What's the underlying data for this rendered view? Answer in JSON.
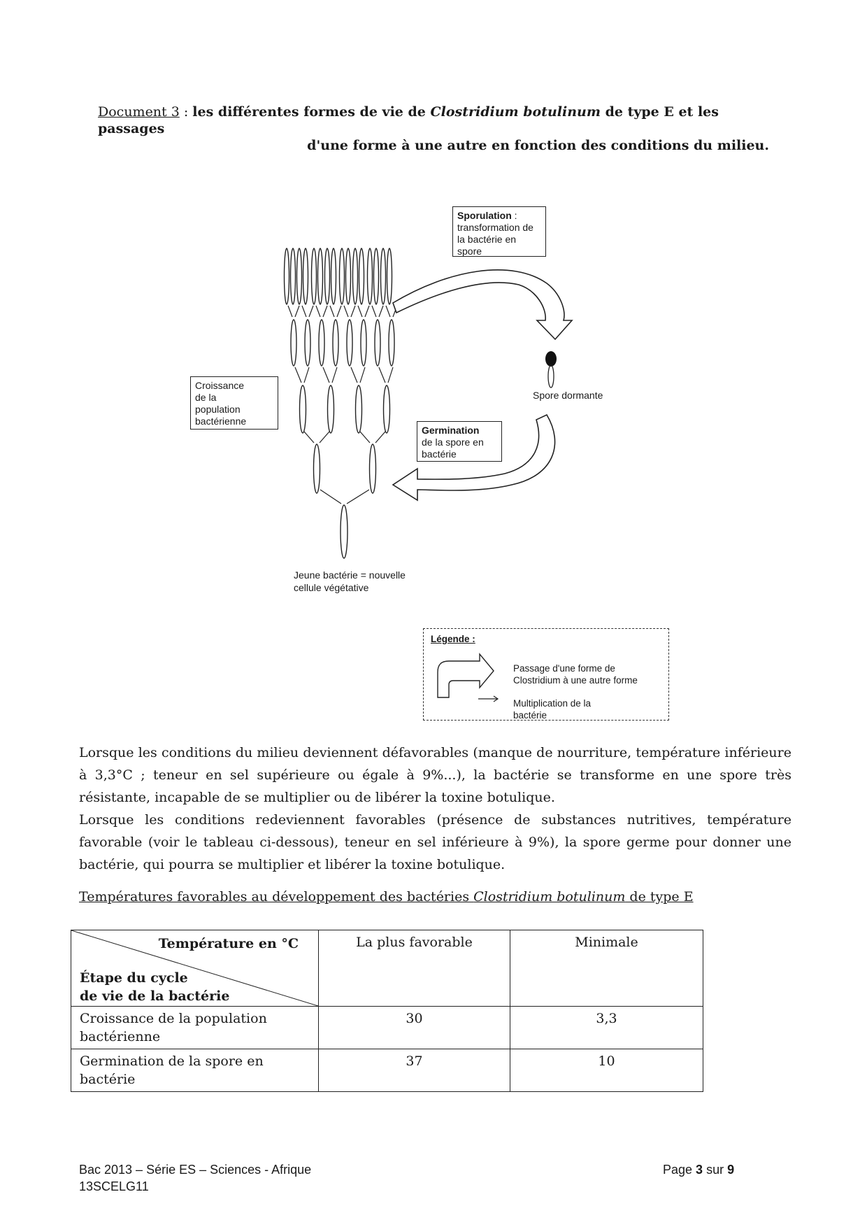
{
  "document_title": {
    "label": "Document 3",
    "separator": " : ",
    "text_part1": "les différentes formes de vie de ",
    "species": "Clostridium botulinum",
    "text_part2": " de type E et les passages",
    "line2": "d'une forme à une autre en fonction des conditions du milieu."
  },
  "figure": {
    "sporulation_title": "Sporulation",
    "sporulation_sep": " :",
    "sporulation_text": [
      "transformation de",
      "la bactérie en",
      "spore"
    ],
    "croissance_text": [
      "Croissance",
      "de la",
      "population",
      "bactérienne"
    ],
    "germination_title": "Germination",
    "germination_text": [
      "de la spore en",
      "bactérie"
    ],
    "spore_dormante": "Spore dormante",
    "jeune_bacterie": [
      "Jeune bactérie = nouvelle",
      "cellule végétative"
    ],
    "legend": {
      "title": "Légende :",
      "passage": [
        "Passage d'une forme de",
        "Clostridium à une autre forme"
      ],
      "multiplication": [
        "Multiplication de la",
        "bactérie"
      ]
    }
  },
  "paragraphs": [
    "Lorsque les conditions du milieu deviennent défavorables (manque de nourriture, température inférieure à 3,3°C ; teneur en sel supérieure ou égale à 9%...), la bactérie se transforme en une spore très résistante, incapable de se multiplier ou de libérer la toxine botulique.",
    "Lorsque les conditions redeviennent favorables (présence de substances nutritives, température favorable (voir le tableau ci-dessous), teneur en sel inférieure à 9%), la spore germe pour donner une bactérie, qui pourra se multiplier et libérer la toxine botulique."
  ],
  "table_title": {
    "prefix": "Températures favorables au développement des bactéries ",
    "species": "Clostridium botulinum",
    "suffix": " de type E"
  },
  "table": {
    "corner_top": "Température en °C",
    "corner_bottom": [
      "Étape du cycle",
      "de vie de la bactérie"
    ],
    "col_headers": [
      "La plus favorable",
      "Minimale"
    ],
    "rows": [
      {
        "label": [
          "Croissance de la population",
          "bactérienne"
        ],
        "values": [
          "30",
          "3,3"
        ]
      },
      {
        "label": [
          "Germination de la spore en",
          "bactérie"
        ],
        "values": [
          "37",
          "10"
        ]
      }
    ]
  },
  "footer": {
    "left_line1": "Bac 2013 – Série ES – Sciences - Afrique",
    "left_line2": "13SCELG11",
    "page_prefix": "Page ",
    "page_current": "3",
    "page_mid": " sur ",
    "page_total": "9"
  }
}
